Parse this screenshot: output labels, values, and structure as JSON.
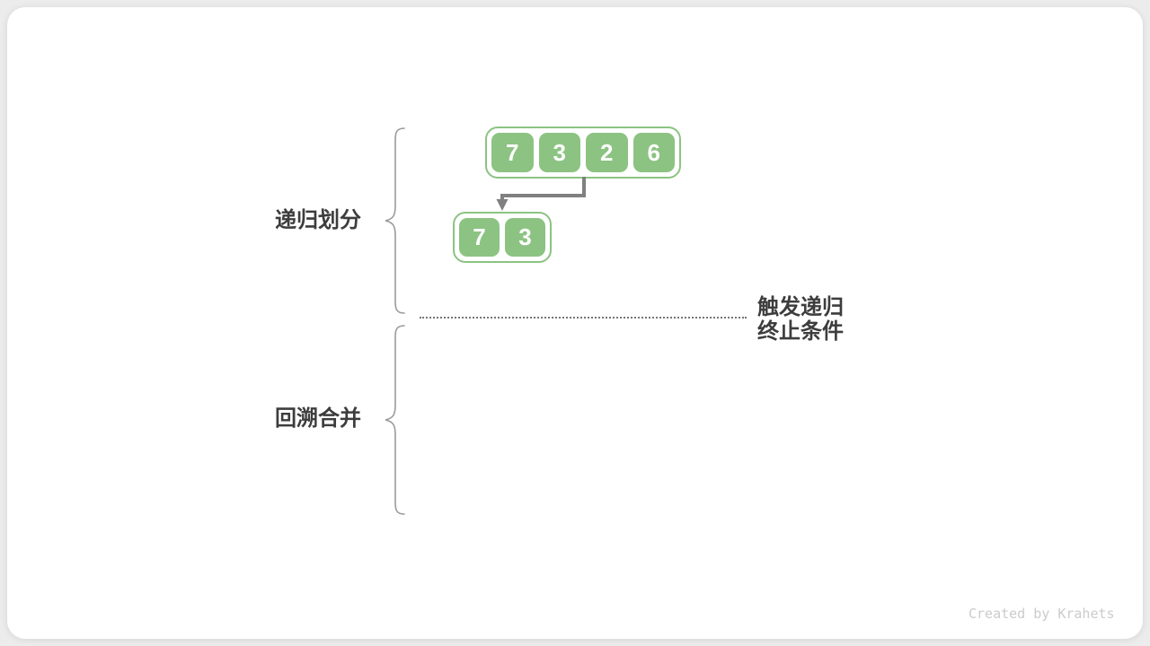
{
  "diagram": {
    "phases": [
      {
        "label": "递归划分"
      },
      {
        "label": "回溯合并"
      }
    ],
    "annotation": {
      "line1": "触发递归",
      "line2": "终止条件"
    },
    "arrays": {
      "level1": {
        "values": [
          "7",
          "3",
          "2",
          "6"
        ]
      },
      "level2": {
        "values": [
          "7",
          "3"
        ]
      }
    }
  },
  "watermark": "Created by Krahets",
  "colors": {
    "green": "#8cc382",
    "arrow_gray": "#808080",
    "label_dark": "#3d3d3d",
    "brace_gray": "#9a9a9a",
    "dot_gray": "#757575",
    "watermark_gray": "#cbcbcb",
    "page_bg": "#ececec",
    "card_bg": "#ffffff"
  }
}
